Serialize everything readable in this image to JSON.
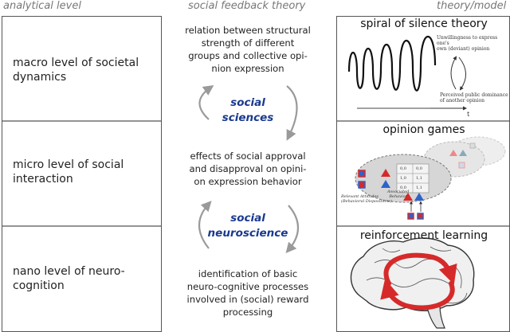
{
  "headers": {
    "left": "analytical level",
    "middle": "social feedback theory",
    "right": "theory/model"
  },
  "levels": [
    {
      "label_lines": [
        "macro level of societal",
        "dynamics"
      ]
    },
    {
      "label_lines": [
        "micro level of social",
        "interaction"
      ]
    },
    {
      "label_lines": [
        "nano level of neuro-",
        "cognition"
      ]
    }
  ],
  "feedback": {
    "macro_text": [
      "relation between structural",
      "strength of different",
      "groups and collective opi-",
      "nion expression"
    ],
    "micro_text": [
      "effects of social approval",
      "and disapproval on opini-",
      "on expression behavior"
    ],
    "nano_text": [
      "identification of basic",
      "neuro-cognitive processes",
      "involved in (social) reward",
      "processing"
    ],
    "discipline_upper": [
      "social",
      "sciences"
    ],
    "discipline_lower": [
      "social",
      "neuroscience"
    ]
  },
  "models": [
    {
      "title": "spiral of silence theory",
      "annotation_top": [
        "Unwillingness to express one's",
        "own (deviant) opinion"
      ],
      "annotation_bottom": [
        "Perceived public dominance",
        "of another opinion"
      ],
      "axis_label": "t"
    },
    {
      "title": "opinion games",
      "small_labels": [
        "Relevant Attitudes",
        "(Behavioral Dispositions)",
        "Associated",
        "Behavior"
      ],
      "cell_values": [
        "0,0",
        "0,0",
        "1,0",
        "1,1",
        "0,0",
        "1,1"
      ]
    },
    {
      "title": "reinforcement learning"
    }
  ],
  "colors": {
    "accent_blue": "#1a3a8f",
    "arrow_gray": "#9a9a9a",
    "border": "#555555",
    "header_gray": "#777777",
    "red": "#d62a2a",
    "blue": "#2f62c9"
  }
}
